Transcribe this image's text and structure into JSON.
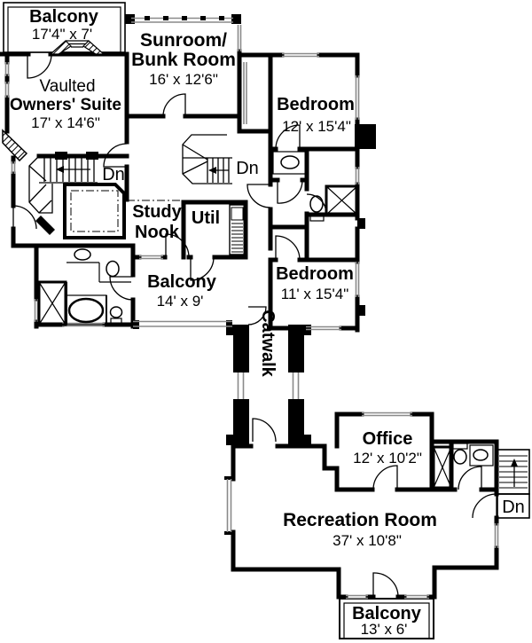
{
  "plan": {
    "rooms": {
      "balcony_top": {
        "name": "Balcony",
        "dims": "17'4\" x 7'"
      },
      "owners_suite": {
        "qualifier": "Vaulted",
        "name": "Owners' Suite",
        "dims": "17' x 14'6\""
      },
      "sunroom": {
        "name_line1": "Sunroom/",
        "name_line2": "Bunk Room",
        "dims": "16' x 12'6\""
      },
      "bedroom_upper": {
        "name": "Bedroom",
        "dims": "12' x 15'4\""
      },
      "study_nook": {
        "name_line1": "Study",
        "name_line2": "Nook"
      },
      "util": {
        "name": "Util"
      },
      "balcony_mid": {
        "name": "Balcony",
        "dims": "14' x 9'"
      },
      "bedroom_lower": {
        "name": "Bedroom",
        "dims": "11' x 15'4\""
      },
      "catwalk": {
        "name": "Catwalk"
      },
      "office": {
        "name": "Office",
        "dims": "12' x 10'2\""
      },
      "recreation": {
        "name": "Recreation Room",
        "dims": "37' x 10'8\""
      },
      "balcony_bottom": {
        "name": "Balcony",
        "dims": "13' x 6'"
      }
    },
    "stairs": {
      "upper_left_label": "Dn",
      "central_label": "Dn",
      "lower_right_label": "Dn"
    },
    "colors": {
      "wall": "#000000",
      "background": "#ffffff",
      "window": "#8a8a8a"
    }
  }
}
